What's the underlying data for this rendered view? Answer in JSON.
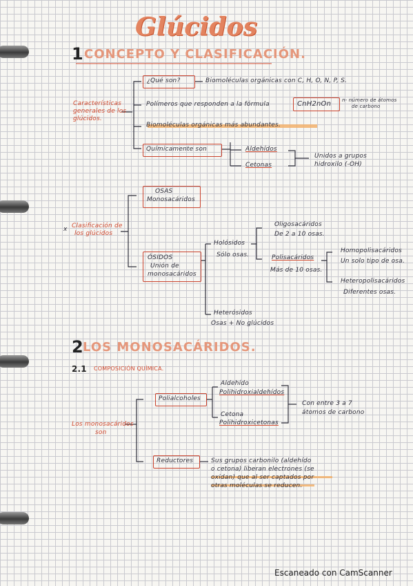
{
  "title": "Glúcidos",
  "section1": {
    "number": "1",
    "title": "CONCEPTO Y CLASIFICACIÓN."
  },
  "caracteristicas": {
    "label_lines": [
      "Características",
      "generales de los",
      "glúcidos."
    ],
    "que_son": "¿Qué son?",
    "que_son_answer": "Biomoléculas orgánicas con C, H, O, N, P, S.",
    "polimeros": "Polímeros que responden a la fórmula",
    "formula": "CnH2nOn",
    "formula_note_lines": [
      "n- número de átomos",
      "de carbono"
    ],
    "abundantes": "Biomoléculas orgánicas más abundantes.",
    "quimicamente": "Químicamente son",
    "aldehidos": "Aldehídos",
    "cetonas": "Cetonas",
    "unidos_lines": [
      "Unidos a grupos",
      "hidroxilo (-OH)"
    ]
  },
  "clasificacion": {
    "label_lines": [
      "Clasificación de",
      "los glúcidos"
    ],
    "bullet": "x",
    "osas_lines": [
      "OSAS",
      "Monosacáridos"
    ],
    "osidos_lines": [
      "ÓSIDOS",
      "Unión de",
      "monosacáridos"
    ],
    "holosidos": "Holósidos",
    "solo_osas": "Sólo osas.",
    "oligosacaridos": "Oligosacáridos",
    "oligo_note": "De 2 a 10 osas.",
    "polisacaridos": "Polisacáridos",
    "poli_note": "Más de 10 osas.",
    "homopolisacaridos": "Homopolisacáridos",
    "homo_note": "Un solo tipo de osa.",
    "heteropolisacaridos": "Heteropolisacáridos",
    "hetero_note": "Diferentes osas.",
    "heterosidos": "Heterósidos",
    "hetero_osidos_note": "Osas + No glúcidos"
  },
  "section2": {
    "number": "2",
    "title": "LOS MONOSACÁRIDOS."
  },
  "subsection": {
    "number": "2.1",
    "title": "COMPOSICIÓN QUÍMICA."
  },
  "monosacaridos": {
    "label_lines": [
      "Los monosacáridos",
      "son"
    ],
    "polialcoholes": "Polialcoholes",
    "aldehido": "Aldehído",
    "polihidroxialdehidos": "Polihidroxialdehídos",
    "cetona": "Cetona",
    "polihidroxicetonas": "Polihidroxicetonas",
    "carbono_lines": [
      "Con entre 3 a 7",
      "átomos de carbono"
    ],
    "reductores": "Reductores",
    "reductores_lines": [
      "Sus grupos carbonilo (aldehído",
      "o cetona) liberan electrones (se",
      "oxidan) que al ser captados por",
      "otras moléculas se reducen."
    ]
  },
  "footer": "Escaneado con CamScanner",
  "colors": {
    "ink": "#2d2d3a",
    "red": "#d2492e",
    "peach": "#e3835f",
    "highlight": "#f2b06b",
    "grid": "#c9c9cf"
  }
}
